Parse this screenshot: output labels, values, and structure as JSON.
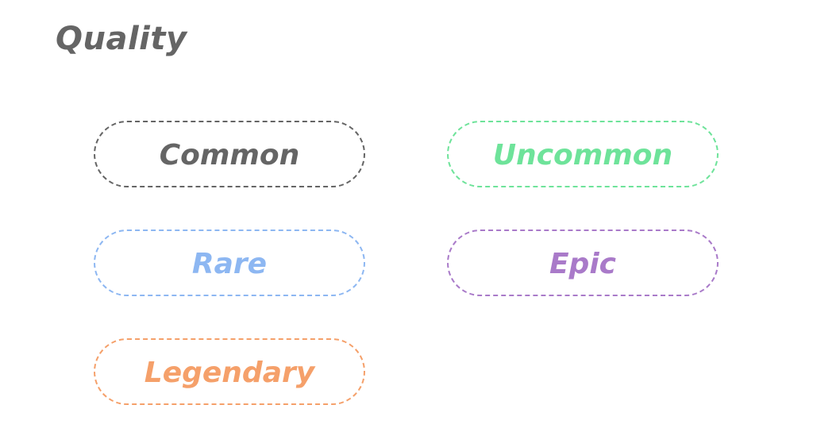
{
  "title": "Quality",
  "qualities": [
    {
      "label": "Common",
      "color": "#656565"
    },
    {
      "label": "Uncommon",
      "color": "#6ee39a"
    },
    {
      "label": "Rare",
      "color": "#8db7f2"
    },
    {
      "label": "Epic",
      "color": "#a97ac9"
    },
    {
      "label": "Legendary",
      "color": "#f5a06a"
    }
  ]
}
